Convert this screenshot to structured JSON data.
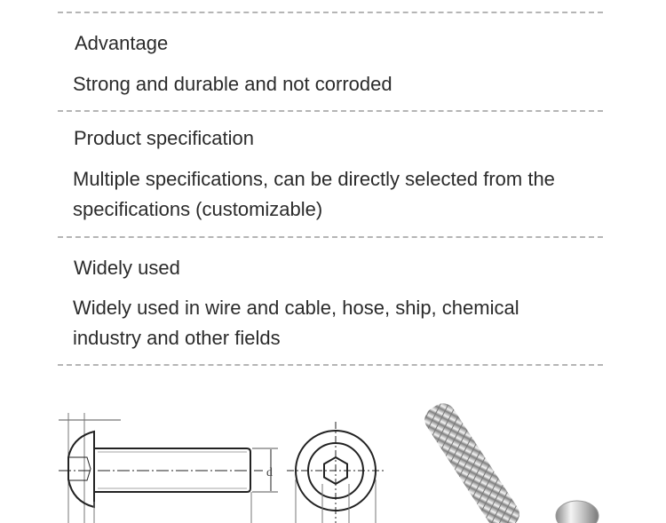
{
  "sections": [
    {
      "title": "Advantage",
      "description": "Strong and durable and not corroded"
    },
    {
      "title": "Product specification",
      "description": "Multiple specifications, can be directly selected from the specifications (customizable)"
    },
    {
      "title": "Widely used",
      "description": "Widely used in wire and cable, hose, ship, chemical industry and other fields"
    }
  ],
  "figure": {
    "technical_drawing": {
      "dimension_label": "d",
      "views": [
        "side-view",
        "end-view"
      ]
    },
    "photo": "stainless-steel-button-head-hex-socket-screw"
  },
  "colors": {
    "text": "#2b2b2b",
    "divider": "#b5b5b5",
    "background": "#ffffff"
  }
}
